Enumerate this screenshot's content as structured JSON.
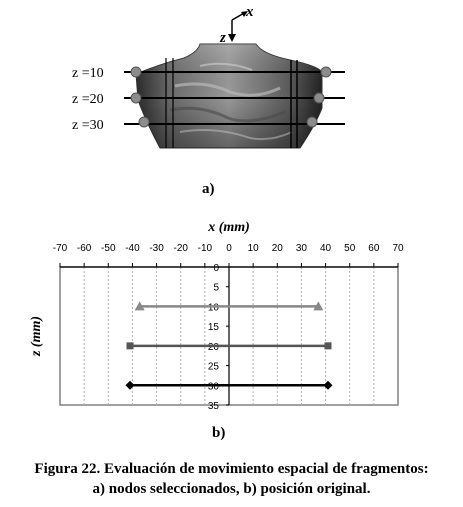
{
  "figure_a": {
    "label": "a)",
    "axis_x_label": "x",
    "axis_z_label": "z",
    "levels": [
      "z =10",
      "z =20",
      "z =30"
    ]
  },
  "figure_b_label": "b)",
  "caption": {
    "line1": "Figura 22. Evaluación de movimiento espacial de fragmentos:",
    "line2": "a) nodos seleccionados, b) posición original."
  },
  "chart_data": {
    "type": "line",
    "xlabel": "x (mm)",
    "ylabel": "z (mm)",
    "xlim": [
      -70,
      70
    ],
    "ylim": [
      35,
      0
    ],
    "x_ticks": [
      "-70",
      "-60",
      "-50",
      "-40",
      "-30",
      "-20",
      "-10",
      "0",
      "10",
      "20",
      "30",
      "40",
      "50",
      "60",
      "70"
    ],
    "y_ticks": [
      "0",
      "5",
      "10",
      "15",
      "20",
      "25",
      "30",
      "35"
    ],
    "grid": "vertical dashed",
    "series": [
      {
        "x": [
          -37,
          37
        ],
        "y": [
          10,
          10
        ],
        "color": "#888888",
        "marker": "triangle"
      },
      {
        "x": [
          -41,
          41
        ],
        "y": [
          20,
          20
        ],
        "color": "#555555",
        "marker": "square"
      },
      {
        "x": [
          -41,
          41
        ],
        "y": [
          30,
          30
        ],
        "color": "#000000",
        "marker": "diamond"
      }
    ]
  }
}
